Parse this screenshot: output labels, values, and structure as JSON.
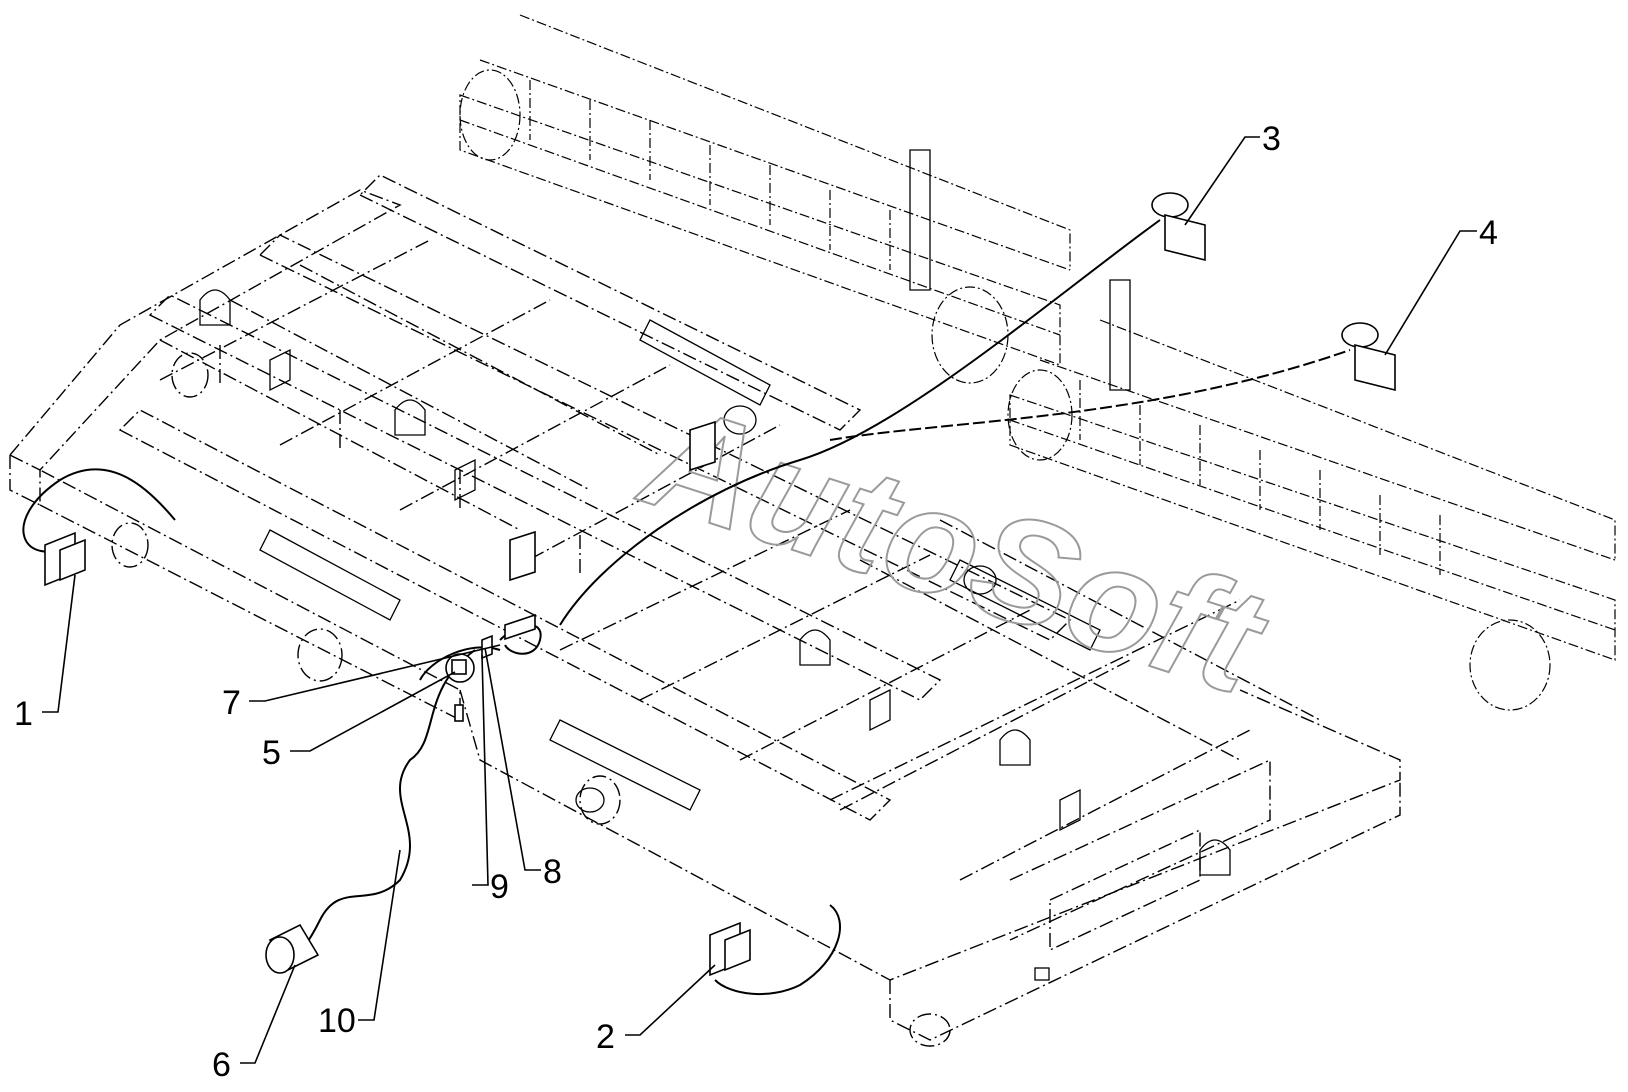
{
  "diagram": {
    "watermark": "AutoSoft",
    "callouts": [
      {
        "id": "1",
        "label": "1"
      },
      {
        "id": "2",
        "label": "2"
      },
      {
        "id": "3",
        "label": "3"
      },
      {
        "id": "4",
        "label": "4"
      },
      {
        "id": "5",
        "label": "5"
      },
      {
        "id": "6",
        "label": "6"
      },
      {
        "id": "7",
        "label": "7"
      },
      {
        "id": "8",
        "label": "8"
      },
      {
        "id": "9",
        "label": "9"
      },
      {
        "id": "10",
        "label": "10"
      }
    ]
  }
}
